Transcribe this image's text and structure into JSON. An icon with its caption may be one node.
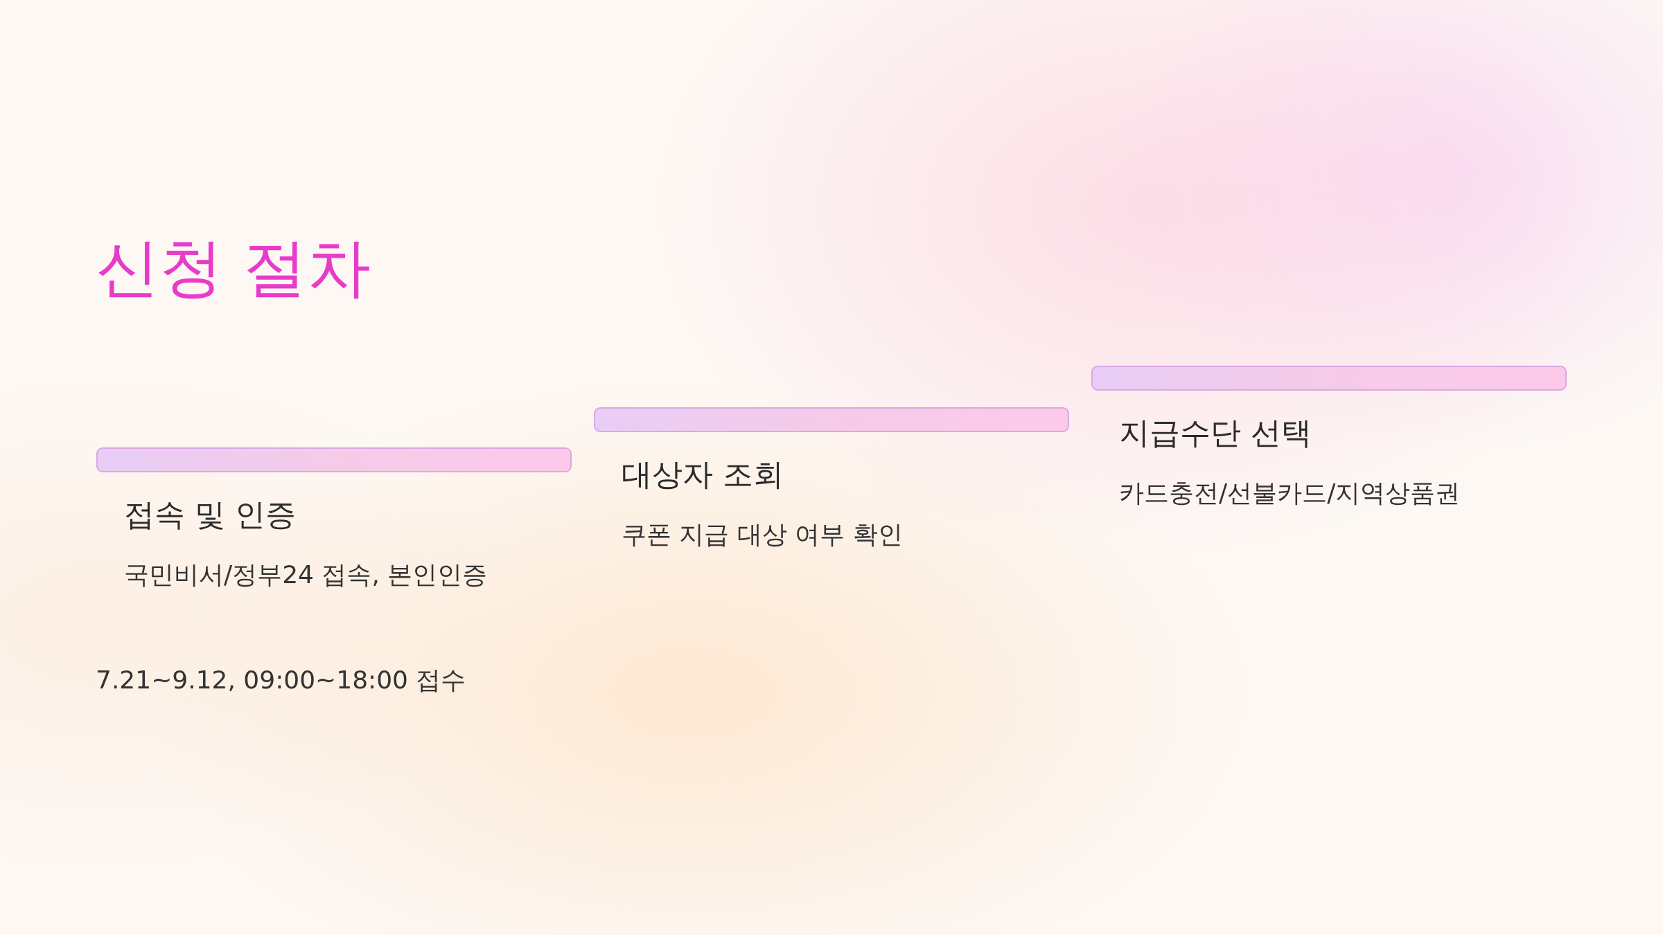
{
  "diagram": {
    "title": "신청 절차",
    "nodes": [
      {
        "text": [
          "접속 및 인증",
          "국민비서/정부24 접속, 본인인증"
        ]
      },
      {
        "text": [
          "대상자 조회",
          "쿠폰 지급 대상 여부 확인"
        ]
      },
      {
        "text": [
          "지급수단 선택",
          "카드충전/선불카드/지역상품권"
        ]
      }
    ],
    "labels": [
      "7.21~9.12, 09:00~18:00 접수"
    ]
  }
}
